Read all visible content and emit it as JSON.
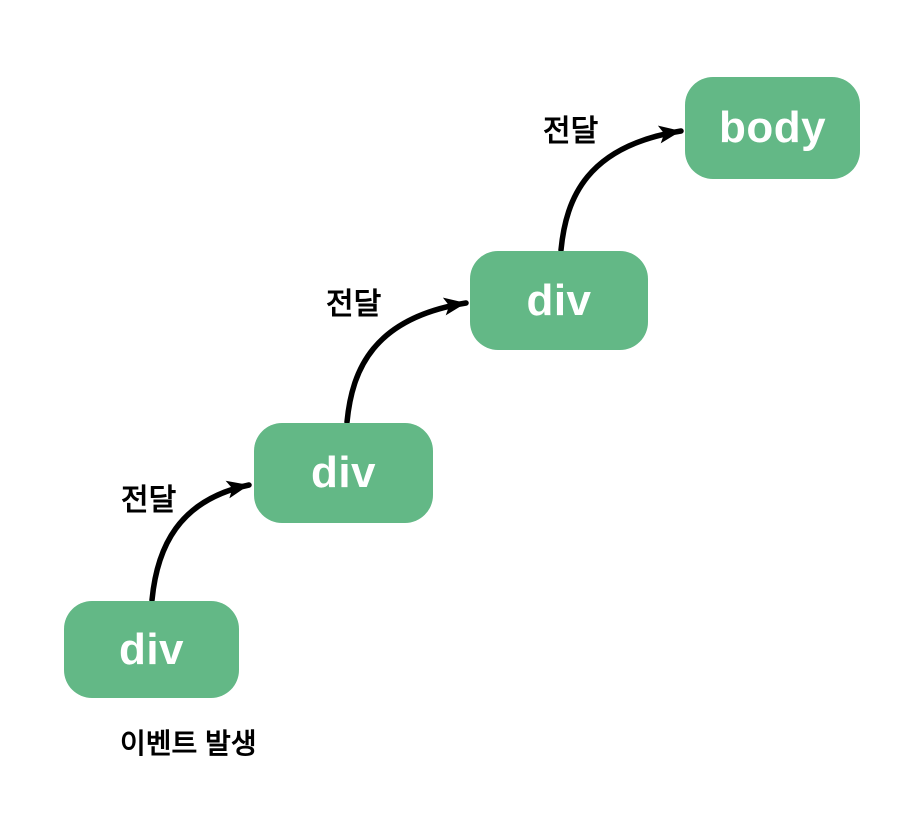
{
  "diagram": {
    "description": "DOM event bubbling diagram",
    "nodes": [
      {
        "id": "div-source",
        "label": "div"
      },
      {
        "id": "div-middle",
        "label": "div"
      },
      {
        "id": "div-upper",
        "label": "div"
      },
      {
        "id": "body-node",
        "label": "body"
      }
    ],
    "edges": [
      {
        "from": "div-source",
        "to": "div-middle",
        "label": "전달"
      },
      {
        "from": "div-middle",
        "to": "div-upper",
        "label": "전달"
      },
      {
        "from": "div-upper",
        "to": "body-node",
        "label": "전달"
      }
    ],
    "caption": "이벤트 발생",
    "colors": {
      "node_fill": "#63b886",
      "node_text": "#ffffff",
      "arrow": "#000000",
      "text": "#000000",
      "background": "#ffffff"
    }
  }
}
